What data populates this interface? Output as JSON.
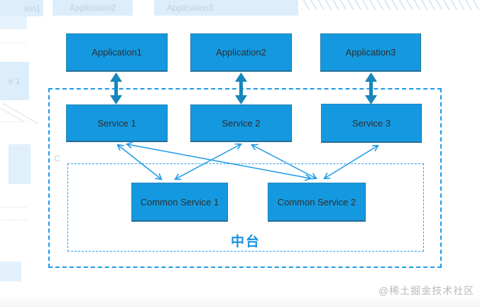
{
  "diagram": {
    "applications": [
      "Application1",
      "Application2",
      "Application3"
    ],
    "services": [
      "Service 1",
      "Service 2",
      "Service 3"
    ],
    "common_services": [
      "Common Service 1",
      "Common Service 2"
    ],
    "platform_label": "中台",
    "connections": [
      "Application1 ↔ Service 1",
      "Application2 ↔ Service 2",
      "Application3 ↔ Service 3",
      "Service 1 ↔ Common Service 1",
      "Service 1 ↔ Common Service 2",
      "Service 2 ↔ Common Service 1",
      "Service 2 ↔ Common Service 2",
      "Service 3 ↔ Common Service 2"
    ]
  },
  "ghost": {
    "application1_fragment": "ion1",
    "application2": "Application2",
    "application3": "Application3",
    "service_fragment": "e 1",
    "common_fragment": "C"
  },
  "watermark": "@稀土掘金技术社区",
  "colors": {
    "node_fill": "#1499e0",
    "thick_arrow": "#1786ba",
    "thin_arrow": "#1e9ae8",
    "dashed_border": "#1e9ae8",
    "platform_label": "#1793e0",
    "node_text": "#2e2e2e",
    "watermark_text": "#b9babc",
    "ghost_fill": "#dceefb"
  }
}
